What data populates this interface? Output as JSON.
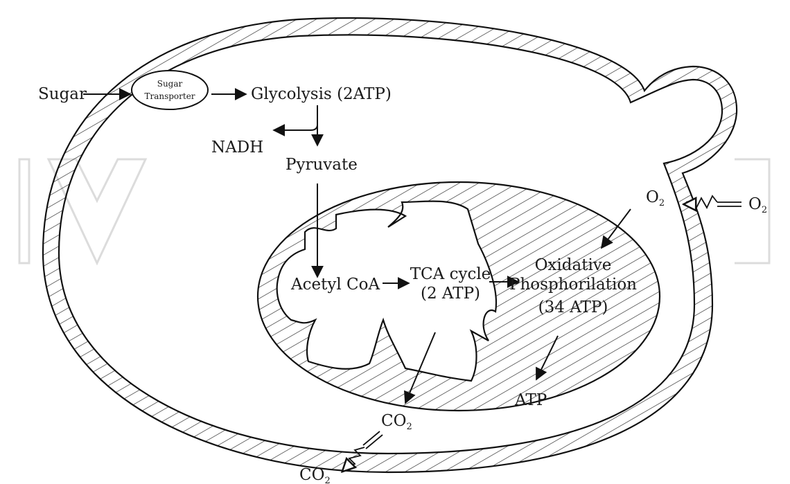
{
  "labels": {
    "sugar": "Sugar",
    "transporter_line1": "Sugar",
    "transporter_line2": "Transporter",
    "glycolysis": "Glycolysis (2ATP)",
    "nadh": "NADH",
    "pyruvate": "Pyruvate",
    "acetyl_coa": "Acetyl CoA",
    "tca_line1": "TCA cycle",
    "tca_line2": "(2 ATP)",
    "oxphos_line1": "Oxidative",
    "oxphos_line2": "Phosphorilation",
    "oxphos_line3": "(34 ATP)",
    "atp": "ATP",
    "co": "CO",
    "o": "O",
    "subscript_two": "2"
  }
}
